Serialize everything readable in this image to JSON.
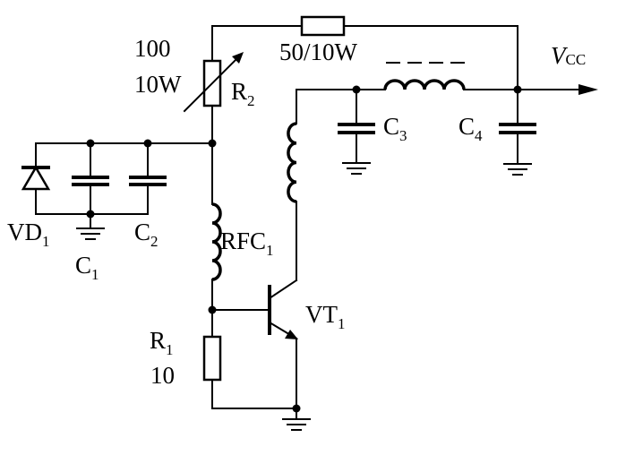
{
  "labels": {
    "vd1": {
      "main": "VD",
      "sub": "1"
    },
    "c1": {
      "main": "C",
      "sub": "1"
    },
    "c2": {
      "main": "C",
      "sub": "2"
    },
    "c3": {
      "main": "C",
      "sub": "3"
    },
    "c4": {
      "main": "C",
      "sub": "4"
    },
    "r1": {
      "main": "R",
      "sub": "1",
      "value": "10"
    },
    "r2": {
      "main": "R",
      "sub": "2",
      "value_line1": "100",
      "value_line2": "10W"
    },
    "rfc1": {
      "main": "RFC",
      "sub": "1"
    },
    "vt1": {
      "main": "VT",
      "sub": "1"
    },
    "vcc": {
      "main": "V",
      "sub": "CC"
    },
    "r_top": {
      "value": "50/10W"
    }
  }
}
